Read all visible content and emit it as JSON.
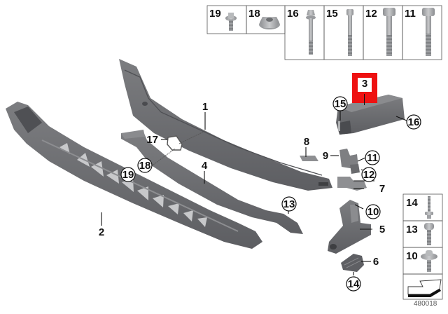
{
  "diagram": {
    "type": "parts-exploded-view",
    "catalog_number": "480018",
    "highlight": {
      "part": "3",
      "color": "#ee1111"
    },
    "colors": {
      "part_fill": "#6e6e70",
      "part_dark": "#55565a",
      "part_light": "#8a8b8e",
      "hardware": "#a7a9ac",
      "frame": "#555555"
    },
    "hardware_top_row": [
      {
        "number": "19",
        "kind": "flange-screw-short"
      },
      {
        "number": "18",
        "kind": "flange-nut"
      },
      {
        "number": "16",
        "kind": "hex-bolt-long"
      },
      {
        "number": "15",
        "kind": "hex-bolt-long-thin"
      },
      {
        "number": "12",
        "kind": "hex-bolt-long"
      },
      {
        "number": "11",
        "kind": "hex-bolt-long"
      }
    ],
    "hardware_side_column": [
      {
        "number": "14",
        "kind": "stud-with-collar"
      },
      {
        "number": "13",
        "kind": "hex-bolt-short"
      },
      {
        "number": "10",
        "kind": "washer-head-screw"
      },
      {
        "number": "",
        "kind": "direction-arrow"
      }
    ],
    "callouts": [
      {
        "number": "1",
        "style": "plain"
      },
      {
        "number": "2",
        "style": "plain"
      },
      {
        "number": "3",
        "style": "highlighted"
      },
      {
        "number": "4",
        "style": "plain"
      },
      {
        "number": "5",
        "style": "plain"
      },
      {
        "number": "6",
        "style": "plain"
      },
      {
        "number": "7",
        "style": "plain"
      },
      {
        "number": "8",
        "style": "plain"
      },
      {
        "number": "9",
        "style": "plain"
      },
      {
        "number": "10",
        "style": "circled"
      },
      {
        "number": "11",
        "style": "circled"
      },
      {
        "number": "12",
        "style": "circled"
      },
      {
        "number": "13",
        "style": "circled"
      },
      {
        "number": "14",
        "style": "circled"
      },
      {
        "number": "15",
        "style": "circled"
      },
      {
        "number": "16",
        "style": "circled"
      },
      {
        "number": "17",
        "style": "plain"
      },
      {
        "number": "18",
        "style": "circled"
      },
      {
        "number": "19",
        "style": "circled"
      }
    ]
  }
}
